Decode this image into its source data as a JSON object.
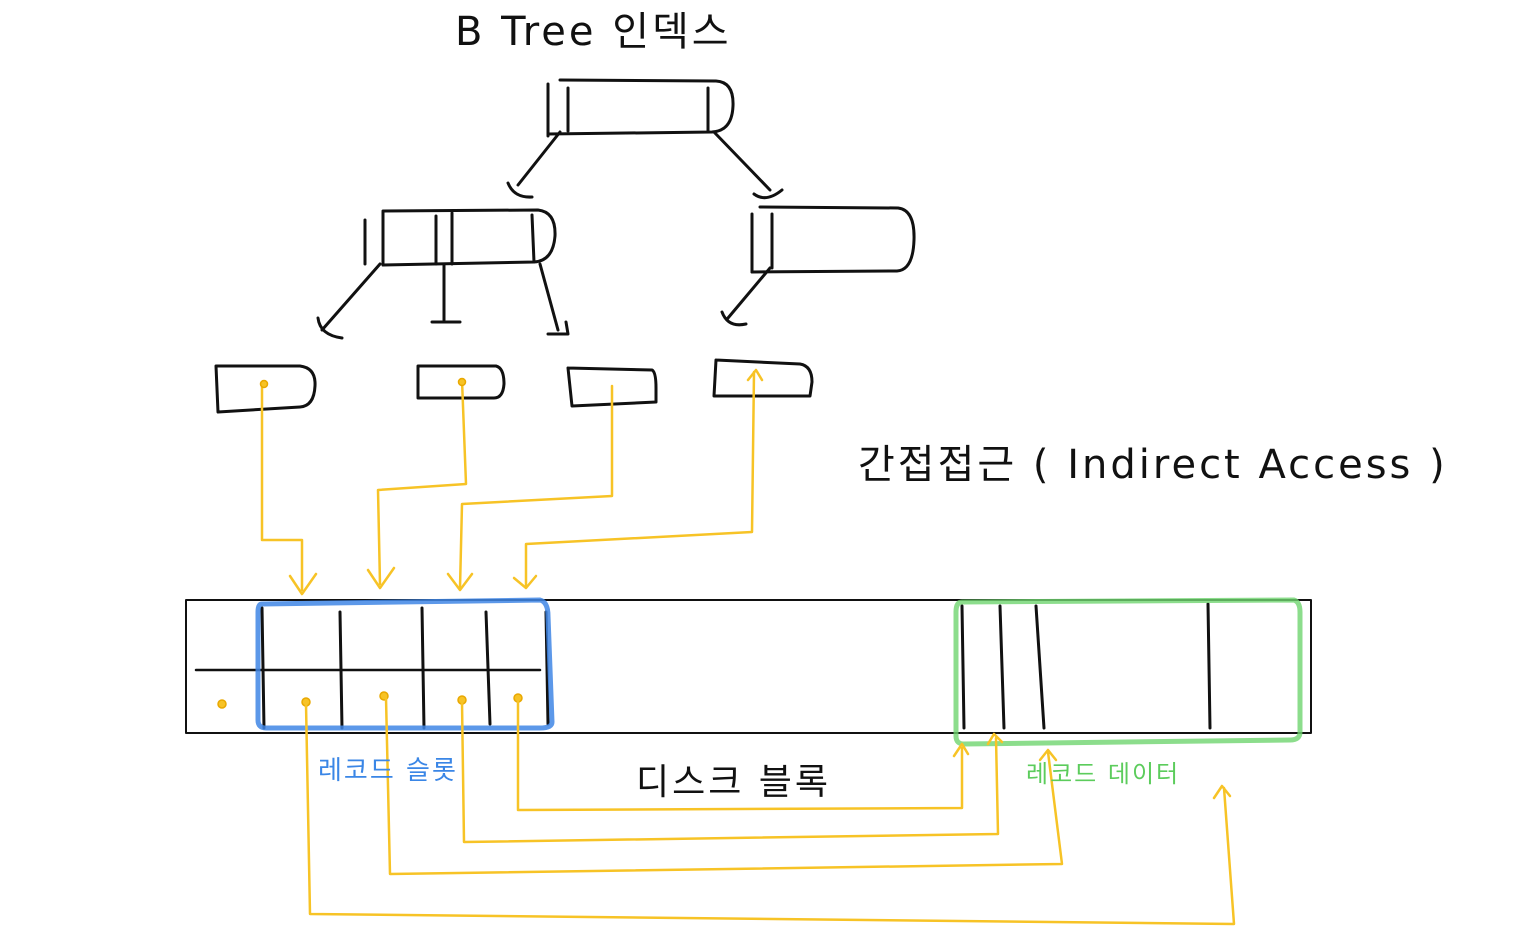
{
  "title": "B Tree 인덱스",
  "access_label": "간접접근 ( Indirect Access )",
  "disk_block_label": "디스크 블록",
  "record_slot_label": "레코드 슬롯",
  "record_data_label": "레코드 데이터",
  "colors": {
    "ink": "#111111",
    "pointer": "#f7c326",
    "record_slot": "#3f86e5",
    "record_data": "#6fd46f"
  }
}
